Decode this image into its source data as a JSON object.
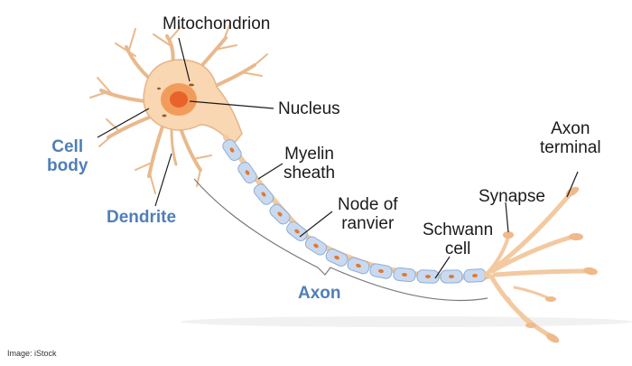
{
  "diagram": {
    "colors": {
      "cell": "#f8d7b2",
      "cell_outline": "#e6b487",
      "nucleus": "#f29c5c",
      "nucleolus": "#e8632b",
      "myelin": "#c9daf0",
      "myelin_outline": "#8eacd3",
      "schwann_dot": "#e4782e",
      "label_dark": "#1b1b1b",
      "label_blue": "#4f7fb8"
    },
    "labels": {
      "mitochondrion": "Mitochondrion",
      "nucleus": "Nucleus",
      "cell_body_line1": "Cell",
      "cell_body_line2": "body",
      "myelin_line1": "Myelin",
      "myelin_line2": "sheath",
      "node_line1": "Node of",
      "node_line2": "ranvier",
      "dendrite": "Dendrite",
      "axon": "Axon",
      "schwann_line1": "Schwann",
      "schwann_line2": "cell",
      "synapse": "Synapse",
      "axon_terminal_line1": "Axon",
      "axon_terminal_line2": "terminal"
    },
    "credit": "Image: iStock"
  }
}
